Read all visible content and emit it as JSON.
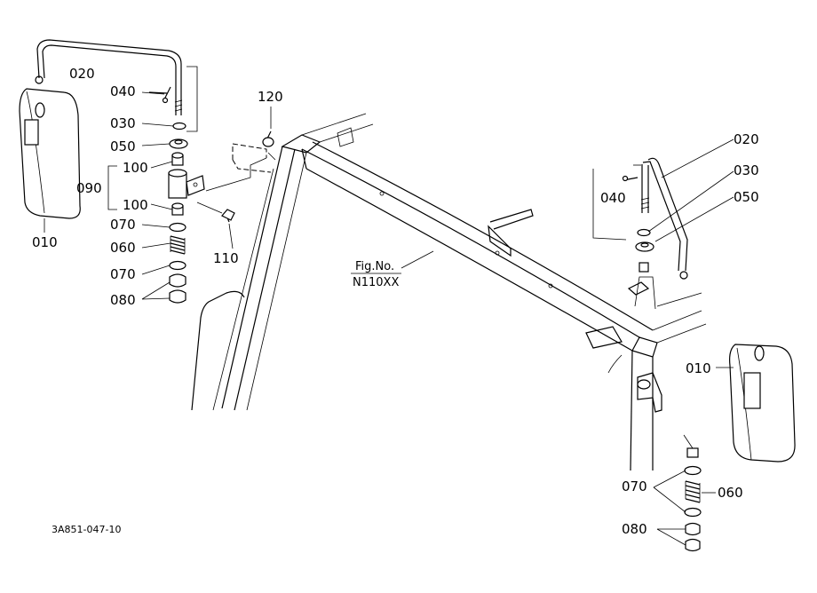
{
  "parts": {
    "mirror_left": "010",
    "stay_left": "020",
    "pin_left": "040",
    "washer_left": "030",
    "collar_left": "050",
    "bush_top": "100",
    "holder": "090",
    "bush_bottom": "100",
    "washer_upper_left": "070",
    "spring_left": "060",
    "washer_lower_left": "070",
    "nut_left": "080",
    "bolt": "110",
    "nut_120": "120",
    "stay_right": "020",
    "washer_right": "030",
    "pin_right": "040",
    "collar_right": "050",
    "mirror_right": "010",
    "washer_right_070": "070",
    "spring_right": "060",
    "nut_right": "080"
  },
  "figure_ref": {
    "line1": "Fig.No.",
    "line2": "N110XX"
  },
  "drawing_code": "3A851-047-10"
}
